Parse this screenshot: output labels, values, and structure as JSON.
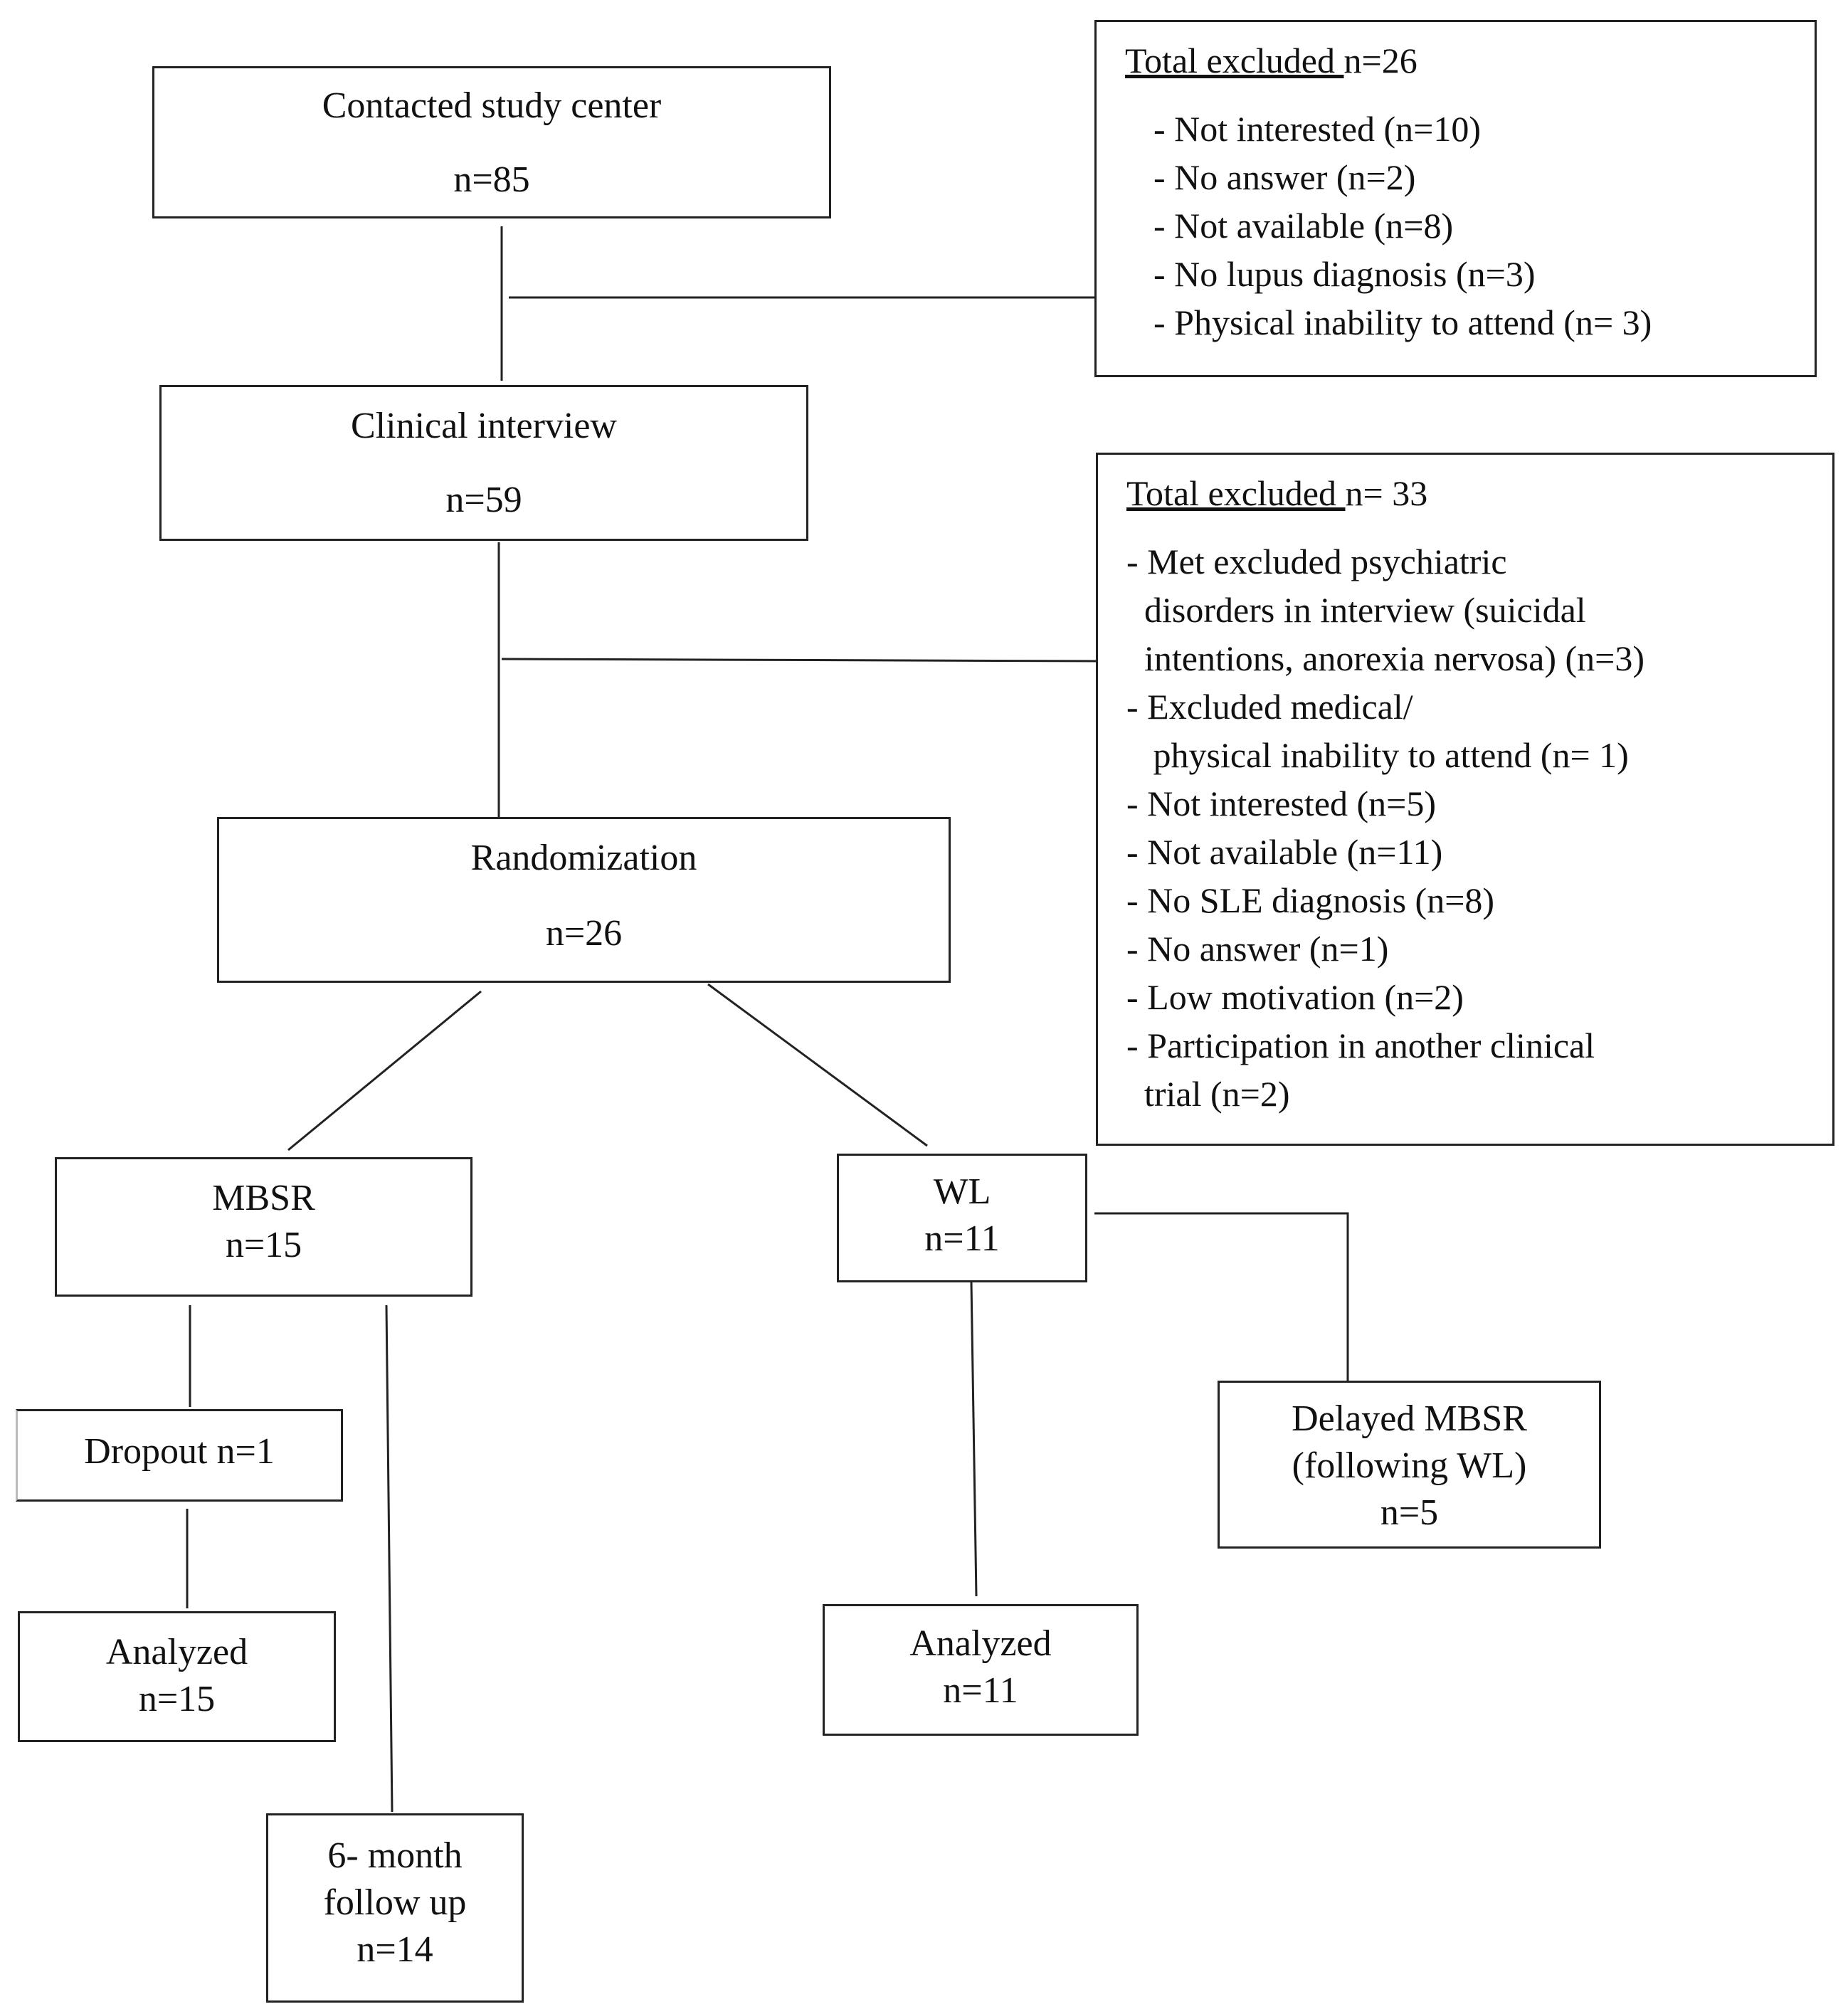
{
  "contacted": {
    "label": "Contacted study center",
    "n": "n=85"
  },
  "excluded1": {
    "head": "Total excluded ",
    "count": "n=26",
    "items": [
      "- Not interested (n=10)",
      "- No answer (n=2)",
      "- Not available (n=8)",
      "- No lupus diagnosis (n=3)",
      "- Physical inability to attend (n= 3)"
    ]
  },
  "interview": {
    "label": "Clinical interview",
    "n": "n=59"
  },
  "excluded2": {
    "head": "Total excluded ",
    "count": "n= 33",
    "items": [
      "- Met excluded psychiatric",
      "  disorders in interview (suicidal",
      "  intentions, anorexia nervosa) (n=3)",
      "- Excluded medical/",
      "   physical inability to attend (n= 1)",
      "- Not interested (n=5)",
      "- Not available (n=11)",
      "- No SLE diagnosis (n=8)",
      "- No answer (n=1)",
      "- Low motivation (n=2)",
      "- Participation in another clinical",
      "  trial (n=2)"
    ]
  },
  "randomization": {
    "label": "Randomization",
    "n": "n=26"
  },
  "mbsr": {
    "label": "MBSR",
    "n": "n=15"
  },
  "wl": {
    "label": "WL",
    "n": "n=11"
  },
  "dropout": {
    "label": "Dropout n=1"
  },
  "analyzed_mbsr": {
    "label": "Analyzed",
    "n": "n=15"
  },
  "analyzed_wl": {
    "label": "Analyzed",
    "n": "n=11"
  },
  "delayed": {
    "line1": "Delayed MBSR",
    "line2": "(following WL)",
    "n": "n=5"
  },
  "followup": {
    "line1": "6- month",
    "line2": "follow up",
    "n": "n=14"
  }
}
